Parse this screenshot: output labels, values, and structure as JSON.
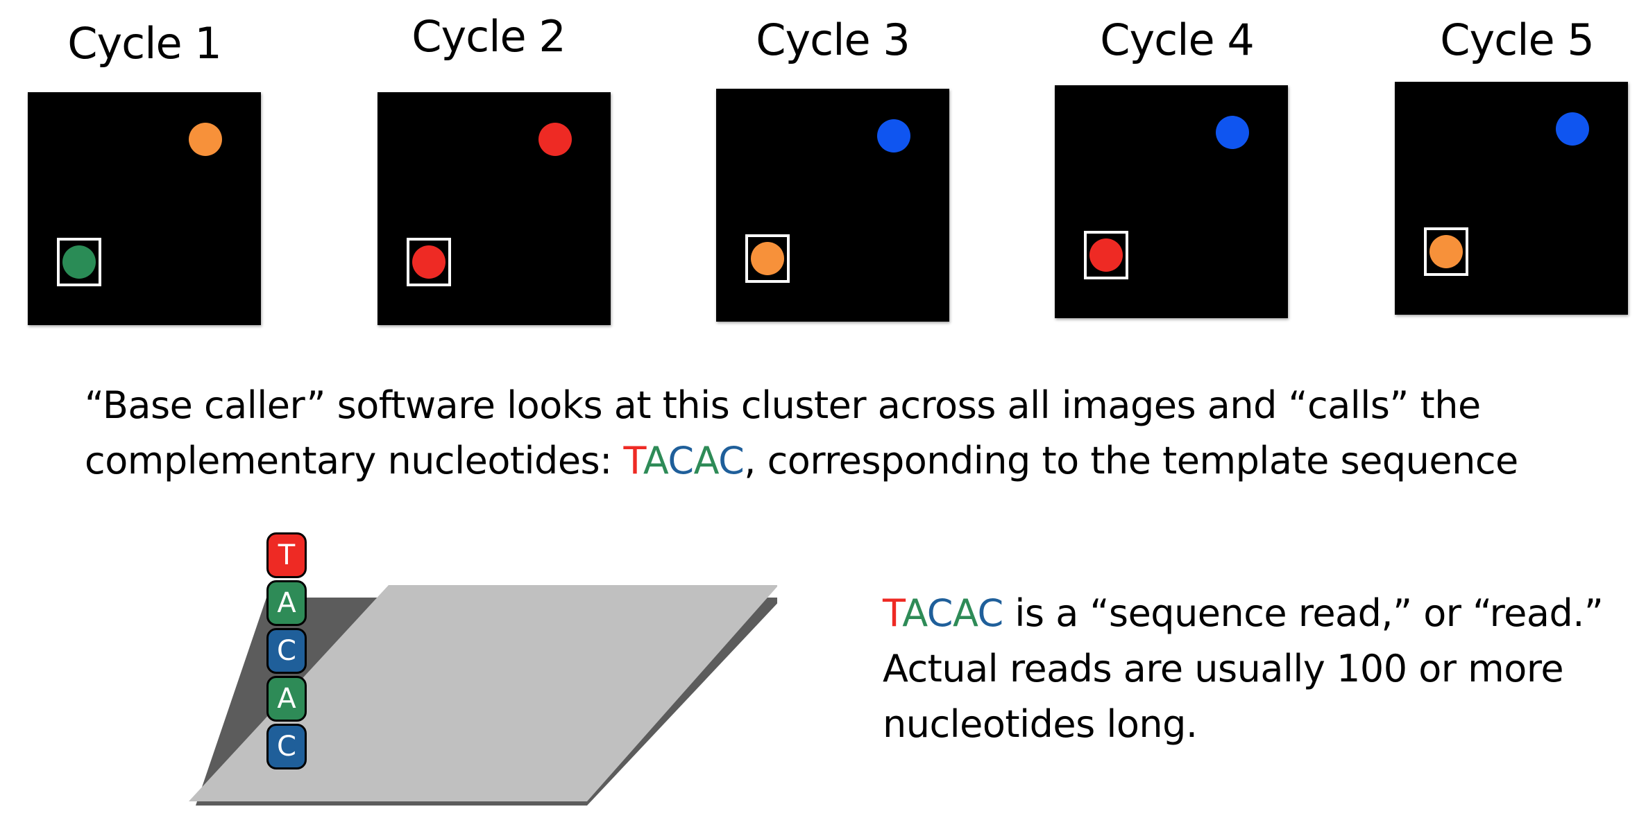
{
  "colors": {
    "T": "#ee2a24",
    "A": "#2e8b57",
    "C": "#1f5f9a",
    "orange": "#f7913a",
    "red": "#ee2a24",
    "blue": "#0f55f0",
    "green": "#2a8c56",
    "platform": "#c0c0c0",
    "platform_shadow": "#5c5c5c"
  },
  "cycles": [
    {
      "title": "Cycle 1",
      "top_spot": "orange",
      "boxed_spot": "green"
    },
    {
      "title": "Cycle 2",
      "top_spot": "red",
      "boxed_spot": "red"
    },
    {
      "title": "Cycle 3",
      "top_spot": "blue",
      "boxed_spot": "orange"
    },
    {
      "title": "Cycle 4",
      "top_spot": "blue",
      "boxed_spot": "red"
    },
    {
      "title": "Cycle 5",
      "top_spot": "blue",
      "boxed_spot": "orange"
    }
  ],
  "description": {
    "line1": "“Base caller” software looks at this cluster across all images and “calls” the",
    "line2_prefix": "complementary nucleotides: ",
    "read_letters": [
      "T",
      "A",
      "C",
      "A",
      "C"
    ],
    "line2_suffix": ", corresponding to the template sequence"
  },
  "read_stack": [
    "T",
    "A",
    "C",
    "A",
    "C"
  ],
  "read_note": {
    "line1_suffix": " is a “sequence read,” or “read.”",
    "line2": "Actual reads are usually 100 or more",
    "line3": "nucleotides long."
  }
}
